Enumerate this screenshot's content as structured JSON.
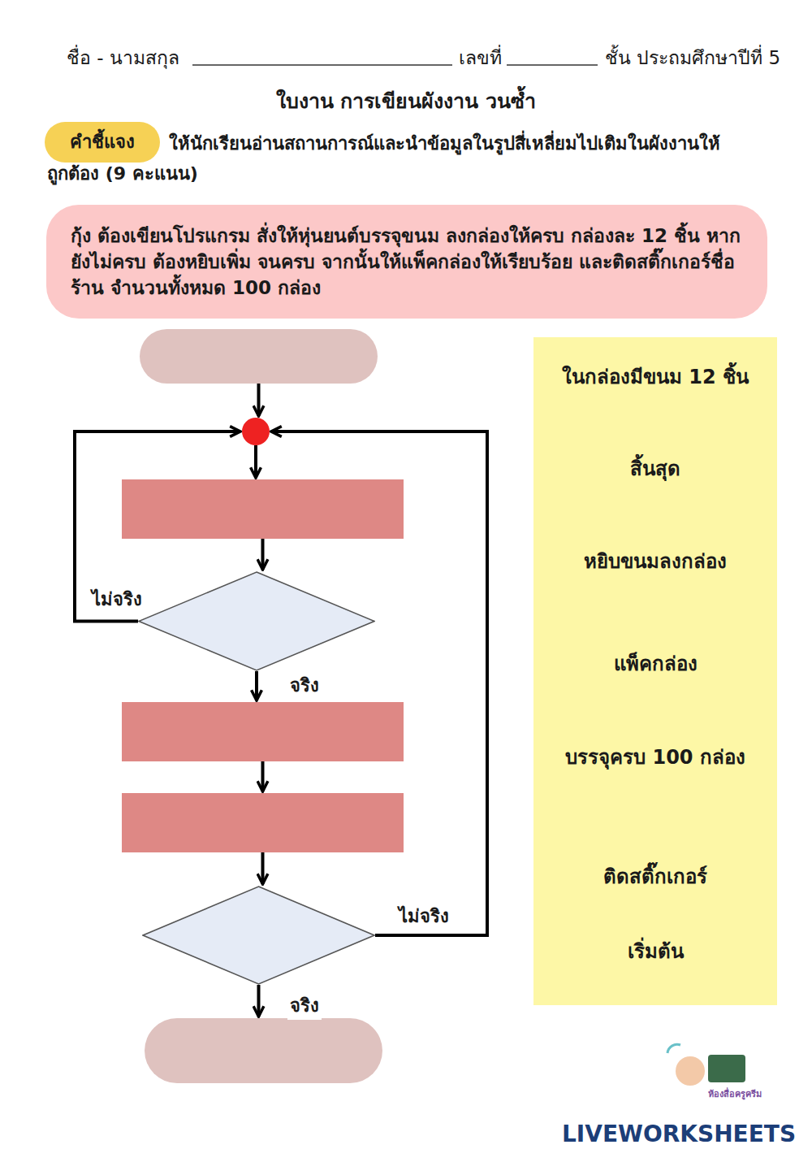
{
  "diagram": {
    "title": "ใบงาน การเขียนผังงาน วนซ้ำ",
    "nodes": [
      {
        "text": [
          "คำชี้แจง"
        ]
      },
      {
        "text": [
          "กุ้ง ต้องเขียนโปรแกรม สั่งให้หุ่นยนต์บรรจุขนม ลงกล่องให้ครบ กล่องละ 12 ชิ้น หากยังไม่ครบ ต้องหยิบเพิ่ม จนครบ จากนั้นให้แพ็คกล่องให้เรียบร้อย และติดสติ๊กเกอร์ชื่อร้าน จำนวนทั้งหมด 100 กล่อง"
        ]
      },
      {
        "text": []
      },
      {
        "text": [
          "ในกล่องมีขนม 12 ชิ้น",
          "สิ้นสุด",
          "หยิบขนมลงกล่อง",
          "แพ็คกล่อง",
          "บรรจุครบ 100 กล่อง",
          "ติดสติ๊กเกอร์",
          "เริ่มต้น"
        ]
      },
      {
        "text": []
      },
      {
        "text": []
      },
      {
        "text": []
      },
      {
        "text": []
      },
      {
        "text": []
      },
      {
        "text": []
      },
      {
        "text": []
      }
    ],
    "edges": [
      {
        "from": 2,
        "to": 4,
        "arrow": "to"
      },
      {
        "from": 4,
        "to": 5,
        "arrow": "to"
      },
      {
        "from": 5,
        "to": 6,
        "arrow": "to"
      },
      {
        "from": 6,
        "to": 4,
        "label": "ไม่จริง",
        "arrow": "to"
      },
      {
        "from": 6,
        "to": 7,
        "label": "จริง",
        "arrow": "to"
      },
      {
        "from": 7,
        "to": 8,
        "arrow": "to"
      },
      {
        "from": 8,
        "to": 9,
        "arrow": "to"
      },
      {
        "from": 9,
        "to": 4,
        "label": "ไม่จริง",
        "arrow": "to"
      },
      {
        "from": 9,
        "to": 10,
        "label": "จริง",
        "arrow": "to"
      }
    ],
    "labels": [
      "ชื่อ - นามสกุล",
      "เลขที่",
      "ชั้น ประถมศึกษาปีที่ 5",
      "ให้นักเรียนอ่านสถานการณ์และนำข้อมูลในรูปสี่เหลี่ยมไปเติมในผังงานให้ถูกต้อง (9 คะแนน)",
      "ห้องสื่อครูครีม",
      "LIVEWORKSHEETS"
    ]
  }
}
